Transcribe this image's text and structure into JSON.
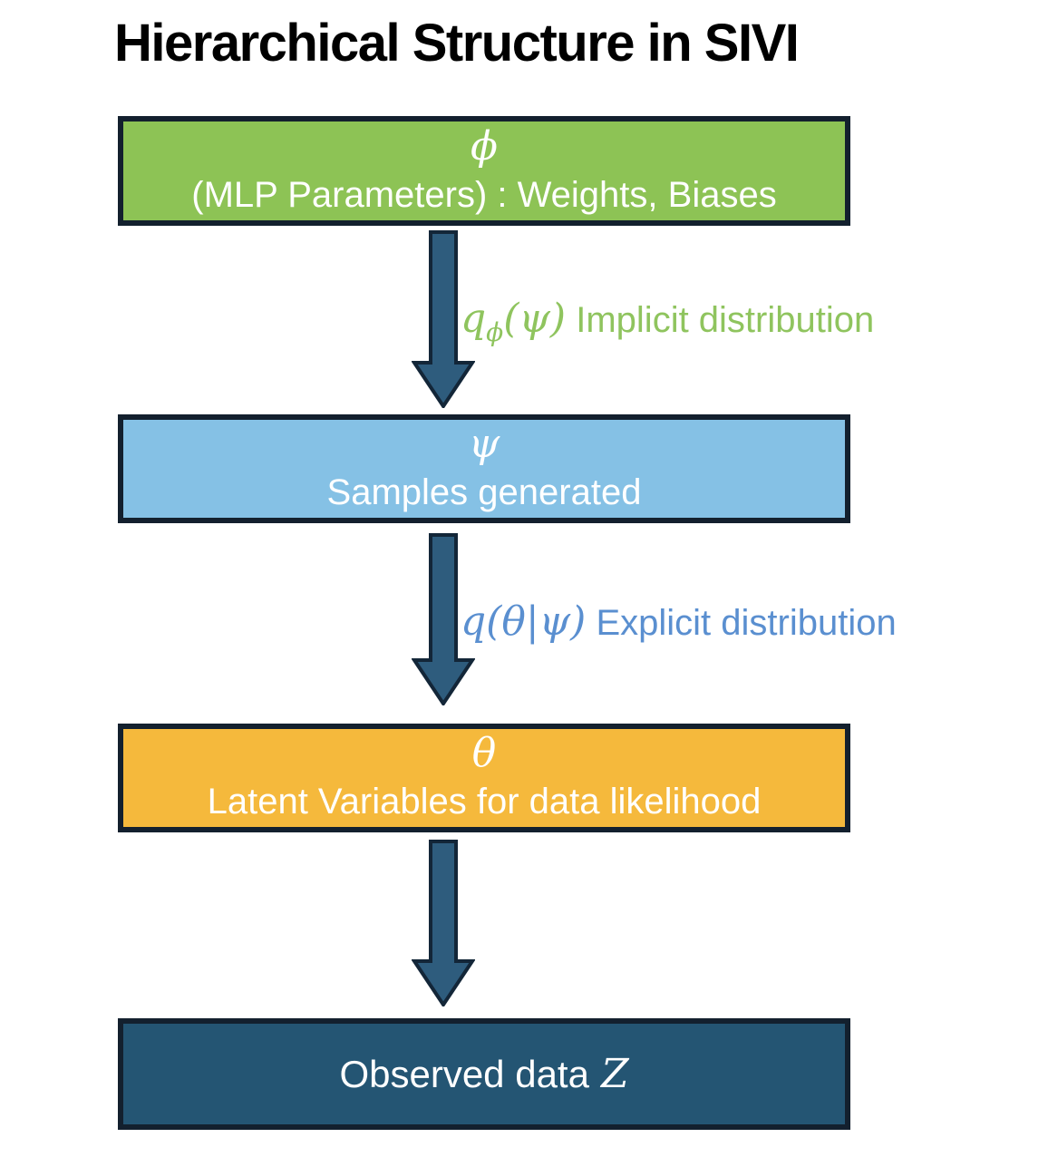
{
  "title": "Hierarchical Structure in SIVI",
  "nodes": [
    {
      "symbol": "ϕ",
      "label": "(MLP Parameters) : Weights, Biases"
    },
    {
      "symbol": "ψ",
      "label": "Samples generated"
    },
    {
      "symbol": "θ",
      "label": "Latent Variables for data likelihood"
    },
    {
      "label": "Observed data",
      "symbol": "Z"
    }
  ],
  "edges": [
    {
      "q": "q",
      "sub": "ϕ",
      "args": "(ψ)",
      "caption": "Implicit distribution"
    },
    {
      "q": "q",
      "sub": "",
      "args": "(θ|ψ)",
      "caption": "Explicit distribution"
    }
  ],
  "colors": {
    "node_phi_bg": "#8dc355",
    "node_psi_bg": "#85c1e5",
    "node_theta_bg": "#f5b93c",
    "node_z_bg": "#245573",
    "box_border": "#13202e",
    "box_text": "#ffffff",
    "arrow_fill": "#2e5c7d",
    "arrow_stroke": "#132638",
    "edge_implicit_text": "#8fc45e",
    "edge_explicit_text": "#5a8fd0",
    "title_text": "#000000"
  }
}
